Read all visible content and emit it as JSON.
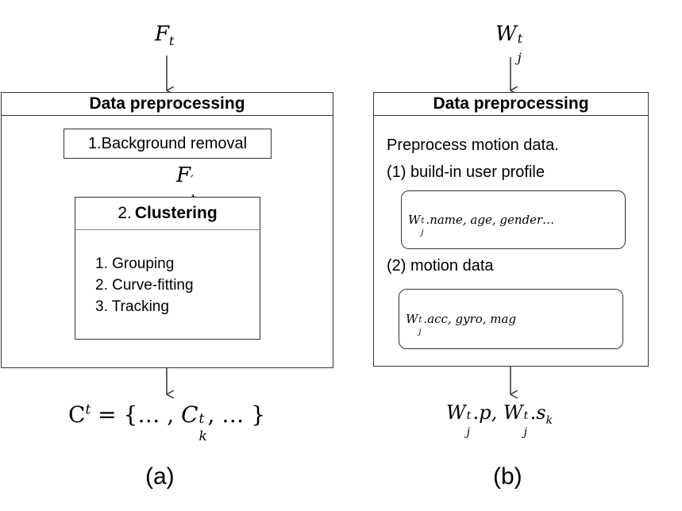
{
  "left": {
    "input_symbol": "F",
    "input_sub": "t",
    "header": "Data preprocessing",
    "step1": "1.Background removal",
    "mid_symbol": "F",
    "mid_sub": "t",
    "mid_sup": "′",
    "step2_num": "2.",
    "step2_title": "Clustering",
    "substeps": [
      "1. Grouping",
      "2. Curve-fitting",
      "3. Tracking"
    ],
    "output_c": "C",
    "output_sup": "t",
    "output_rest": " = {… , ",
    "output_ck": "C",
    "output_ck_sup": "t",
    "output_ck_sub": "k",
    "output_end": ", … }",
    "caption": "(a)"
  },
  "right": {
    "input_symbol": "W",
    "input_sup": "t",
    "input_sub": "j",
    "header": "Data preprocessing",
    "intro": "Preprocess motion data.",
    "item1": "(1) build-in user profile",
    "box1_W": "W",
    "box1_sup": "t",
    "box1_sub": "j",
    "box1_rest": ".name, age, gender…",
    "item2": "(2) motion data",
    "box2_W": "W",
    "box2_sup": "t",
    "box2_sub": "j",
    "box2_rest": ".acc, gyro, mag",
    "out_W1": "W",
    "out_sup1": "t",
    "out_sub1": "j",
    "out_mid": ".p, ",
    "out_W2": "W",
    "out_sup2": "t",
    "out_sub2": "j",
    "out_end1": ".s",
    "out_end_sub": "k",
    "caption": "(b)"
  }
}
